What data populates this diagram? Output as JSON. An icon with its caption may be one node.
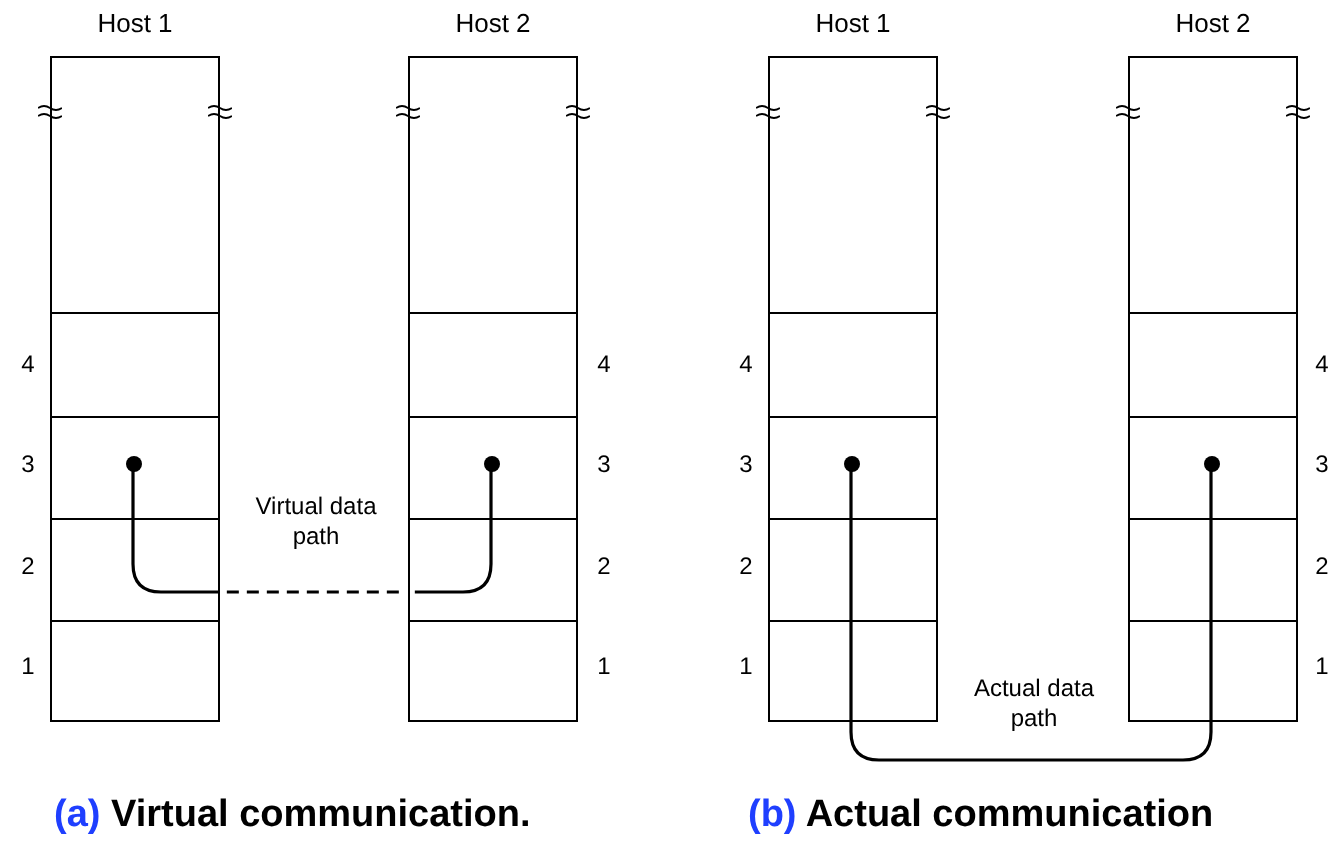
{
  "diagram": {
    "nodes": [
      {
        "text": [
          "Host 1"
        ]
      },
      {
        "text": [],
        "shape": "circle",
        "in": 0
      },
      {
        "text": [
          "Host 2"
        ]
      },
      {
        "text": [],
        "shape": "circle",
        "in": 2
      },
      {
        "text": [
          "Host 1"
        ]
      },
      {
        "text": [],
        "shape": "circle",
        "in": 4
      },
      {
        "text": [
          "Host 2"
        ]
      },
      {
        "text": [],
        "shape": "circle",
        "in": 6
      }
    ],
    "edges": [
      {
        "from": 1,
        "to": 3,
        "arrow": "none",
        "label": "Virtual data path",
        "style": "dashed"
      },
      {
        "from": 5,
        "to": 7,
        "arrow": "none",
        "label": "Actual data path"
      }
    ],
    "labels": [
      "4",
      "4",
      "4",
      "4",
      "3",
      "3",
      "3",
      "3",
      "2",
      "2",
      "2",
      "2",
      "1",
      "1",
      "1",
      "1",
      "(a) Virtual communication.",
      "(b) Actual communication"
    ]
  }
}
